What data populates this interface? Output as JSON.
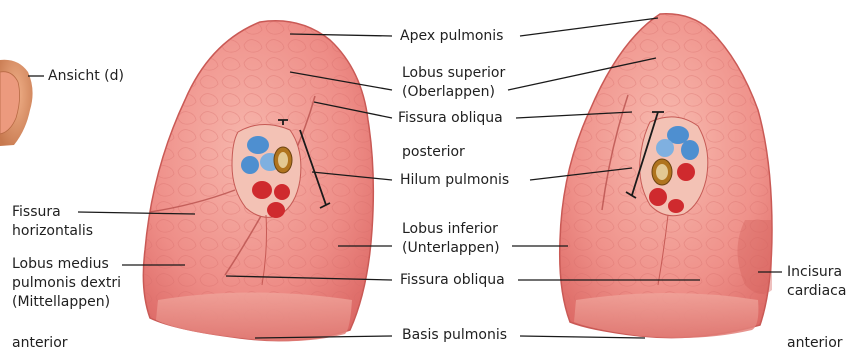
{
  "figure": {
    "inset_label": "Ansicht (d)",
    "labels": {
      "apex": "Apex pulmonis",
      "lobus_superior": "Lobus superior\n(Oberlappen)",
      "fissura_obliqua_upper": "Fissura obliqua",
      "posterior": "posterior",
      "hilum": "Hilum pulmonis",
      "lobus_inferior": "Lobus inferior\n(Unterlappen)",
      "fissura_obliqua_lower": "Fissura obliqua",
      "basis": "Basis pulmonis",
      "fissura_horizontalis": "Fissura\nhorizontalis",
      "lobus_medius": "Lobus medius\npulmonis dextri\n(Mittellappen)",
      "anterior_left": "anterior",
      "incisura_cardiaca": "Incisura\ncardiaca",
      "anterior_right": "anterior"
    },
    "colors": {
      "lung": "#e9837f",
      "lung_light": "#f4aaa2",
      "lung_edge": "#c95955",
      "artery": "#cf2a2e",
      "vein": "#4e8fd0",
      "bronchus": "#b0741f",
      "leader_line": "#1a1a1a",
      "skin": "#d98a5a"
    }
  }
}
